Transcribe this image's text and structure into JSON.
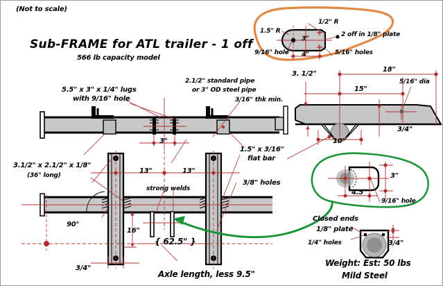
{
  "sheet": {
    "not_to_scale": "(Not to scale)",
    "title": "Sub-FRAME for ATL trailer   -   1 off",
    "subtitle": "566 lb capacity model"
  },
  "colors": {
    "dimension_red": "#b03030",
    "highlight_orange": "#e08a46",
    "highlight_green": "#1a9438",
    "steel_fill": "#c8c8c8",
    "outline_black": "#000000",
    "paper": "#ffffff"
  },
  "lug_detail": {
    "labels": {
      "radius_large": "1.5\" R",
      "radius_small": "1/2\" R",
      "quantity_note": "2 off in 1/8\" plate",
      "big_hole": "9/16\" hole",
      "small_holes": "5/16\" holes",
      "height": "3\"",
      "width": "4\""
    }
  },
  "side_view": {
    "lug_note_line1": "5.5\" x 3\" x 1/4\" lugs",
    "lug_note_line2": "with 9/16\" hole",
    "pipe_note_line1": "2.1/2\" standard pipe",
    "pipe_note_line2": "or  3\" OD steel pipe",
    "pipe_note_line3": "3/16\" thk min.",
    "spacing_3": "3\""
  },
  "section_view": {
    "height_label": "3. 1/2\"",
    "dim_18": "18\"",
    "dim_15": "15\"",
    "dim_10": "10\"",
    "dim_34": "3/4\"",
    "hole_dia": "5/16\" dia"
  },
  "plan_view": {
    "channel_note_line1": "3.1/2\" x 2.1/2\" x 1/8\"",
    "channel_note_line2": "(36\" long)",
    "dim_13_left": "13\"",
    "dim_13_right": "13\"",
    "weld_note": "strong welds",
    "flat_bar_line1": "1.5\" x 3/16\"",
    "flat_bar_line2": "flat bar",
    "holes_note": "3/8\" holes",
    "angle_90": "90°",
    "dim_16": "16\"",
    "dim_625": "{ 62.5\" }",
    "dim_34": "3/4\"",
    "axle_note": "Axle length, less 9.5\""
  },
  "green_detail": {
    "dim_3": "3\"",
    "dim_45": "4.5\"",
    "hole_note": "9/16\" hole"
  },
  "end_detail": {
    "closed_ends": "Closed ends",
    "plate_note": "1/8\" plate",
    "holes_note": "1/4\" holes",
    "dim_34": "3/4\""
  },
  "notes": {
    "weight": "Weight: Est:  50 lbs",
    "material": "Mild Steel"
  }
}
